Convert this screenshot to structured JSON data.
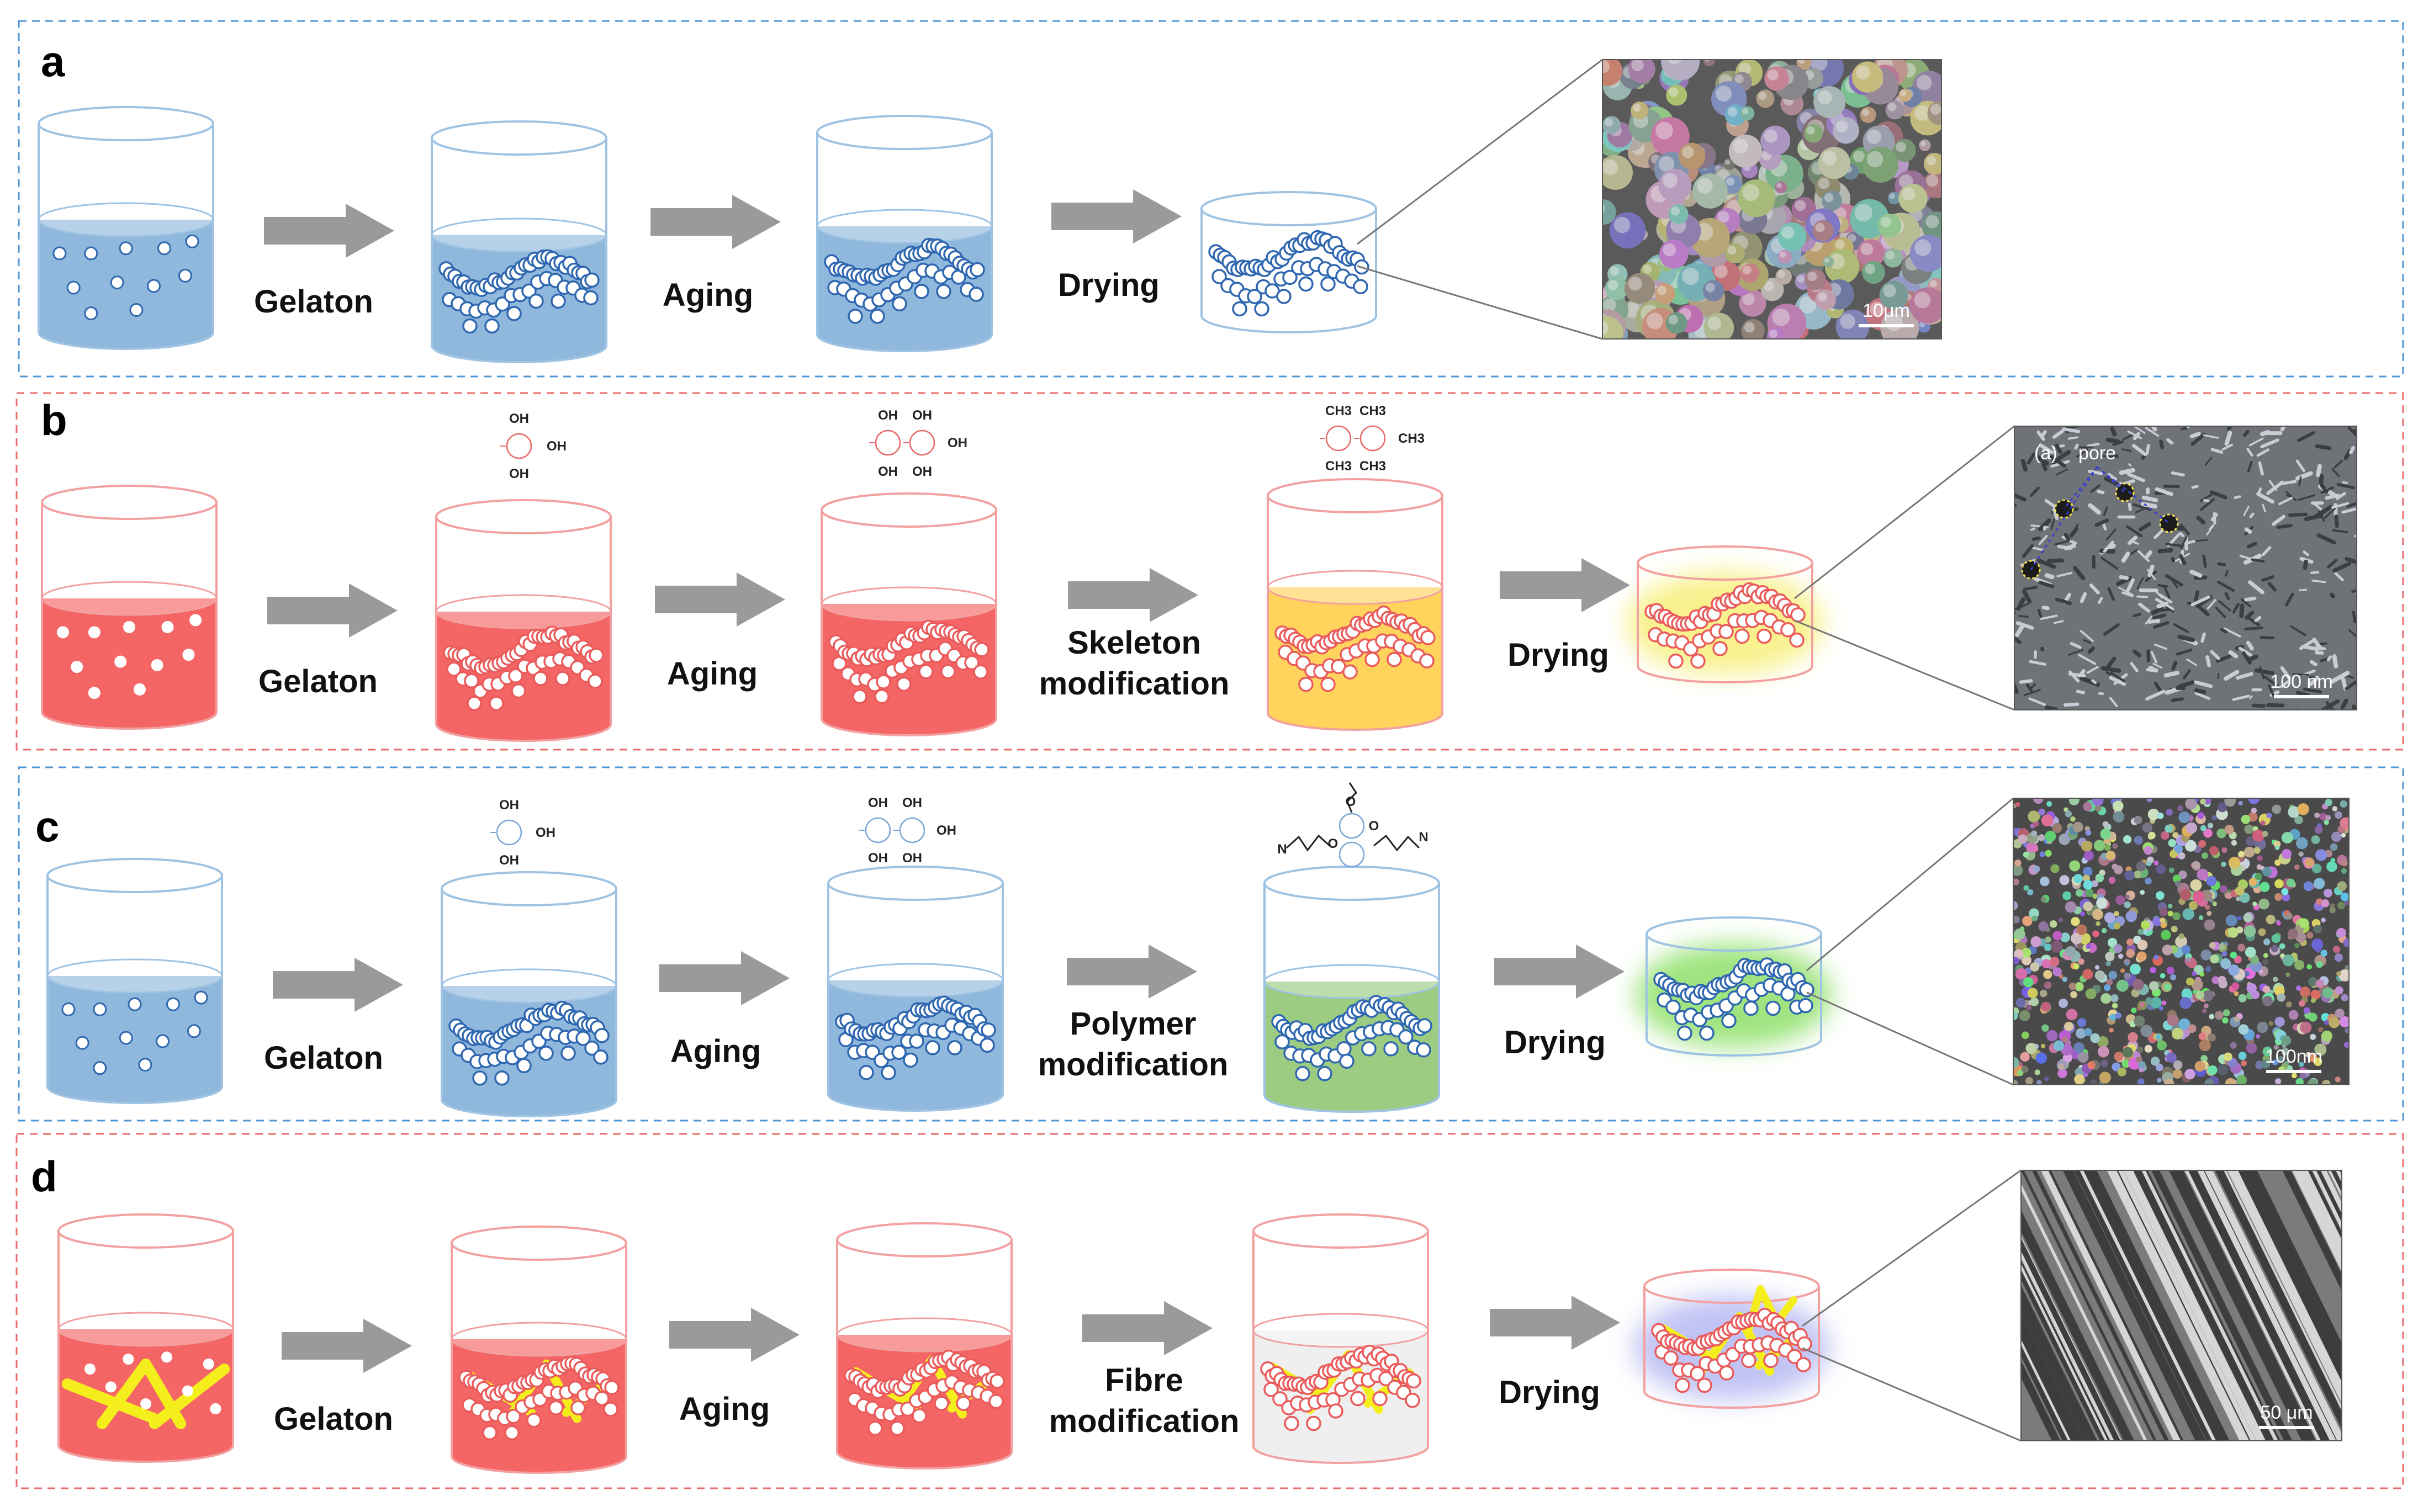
{
  "panels": [
    {
      "label": "a",
      "theme": "blue",
      "steps": [
        "Gelaton",
        "Aging",
        "Drying"
      ],
      "sem": {
        "texture": "spheres",
        "scale_label": "10μm"
      }
    },
    {
      "label": "b",
      "theme": "red",
      "steps": [
        "Gelaton",
        "Aging",
        "Skeleton modification",
        "Drying"
      ],
      "group_labels": [
        "OH",
        "OH",
        "OH",
        "CH3",
        "CH3"
      ],
      "sem": {
        "texture": "porous",
        "scale_label": "100 nm",
        "annotation": "(a)",
        "annotation_word": "pore"
      }
    },
    {
      "label": "c",
      "theme": "blue",
      "steps": [
        "Gelaton",
        "Aging",
        "Polymer modification",
        "Drying"
      ],
      "group_labels": [
        "OH",
        "OH",
        "OH",
        "O",
        "N"
      ],
      "sem": {
        "texture": "granular",
        "scale_label": "100nm"
      }
    },
    {
      "label": "d",
      "theme": "red",
      "steps": [
        "Gelaton",
        "Aging",
        "Fibre modification",
        "Drying"
      ],
      "sem": {
        "texture": "fibrous",
        "scale_label": "50 μm"
      }
    }
  ],
  "colors": {
    "blue_frame": "#4f96d6",
    "red_frame": "#e86e6e",
    "blue_beaker": "#9fc3e3",
    "blue_liquid": "#8fb8dc",
    "red_beaker": "#f2a0a0",
    "red_liquid": "#f46565",
    "skeleton_liquid": "#ffd35c",
    "polymer_liquid": "#9ccb82",
    "fibre_liquid": "#efefef",
    "fibre": "#f4ef1c",
    "arrow": "#9a9a9a",
    "pore_annotation": "#f2e14a"
  }
}
